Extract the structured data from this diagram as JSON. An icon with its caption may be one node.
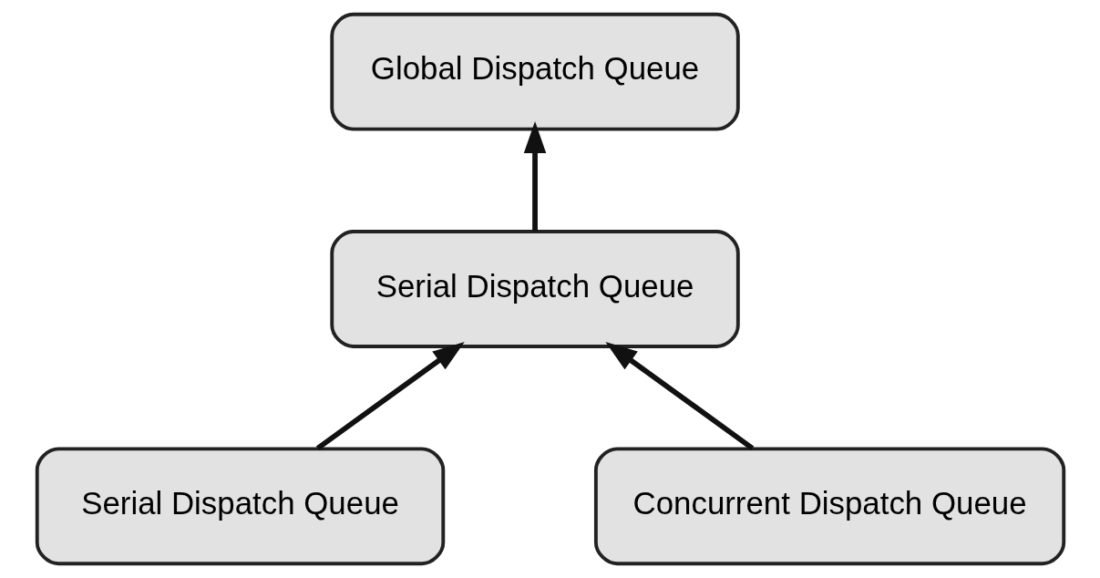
{
  "diagram": {
    "nodes": [
      {
        "text": [
          "Global Dispatch Queue"
        ]
      },
      {
        "text": [
          "Serial Dispatch Queue"
        ]
      },
      {
        "text": [
          "Serial Dispatch Queue"
        ]
      },
      {
        "text": [
          "Concurrent Dispatch Queue"
        ]
      }
    ],
    "edges": [
      {
        "from": 1,
        "to": 0,
        "arrow": "to"
      },
      {
        "from": 2,
        "to": 1,
        "arrow": "to"
      },
      {
        "from": 3,
        "to": 1,
        "arrow": "to"
      }
    ]
  }
}
